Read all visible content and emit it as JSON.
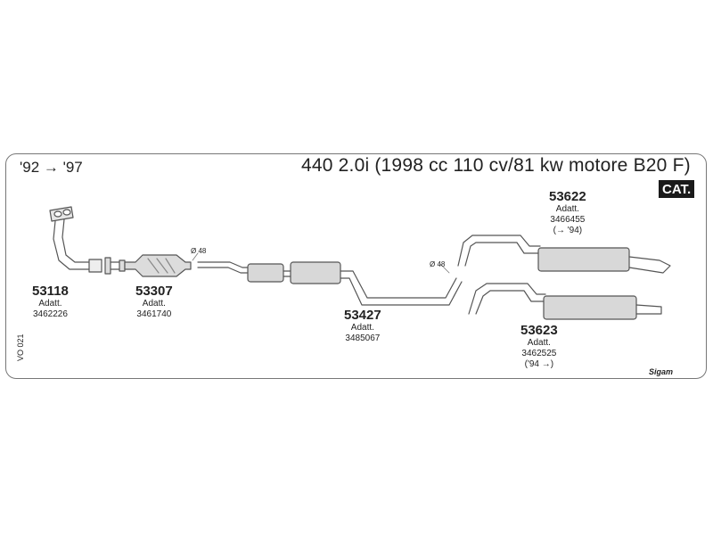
{
  "header": {
    "years": "'92 → '97",
    "model": "440 2.0i (1998 cc 110 cv/81 kw motore B20 F)",
    "cat_badge": "CAT."
  },
  "side_code": "VO 021",
  "brand": "Sigam",
  "diameters": [
    "Ø 48",
    "Ø 48"
  ],
  "parts": [
    {
      "number": "53118",
      "adapt_label": "Adatt.",
      "adapt_code": "3462226"
    },
    {
      "number": "53307",
      "adapt_label": "Adatt.",
      "adapt_code": "3461740"
    },
    {
      "number": "53427",
      "adapt_label": "Adatt.",
      "adapt_code": "3485067"
    },
    {
      "number": "53622",
      "adapt_label": "Adatt.",
      "adapt_code": "3466455",
      "range": "(→ '94)"
    },
    {
      "number": "53623",
      "adapt_label": "Adatt.",
      "adapt_code": "3462525",
      "range": "('94 →)"
    }
  ]
}
